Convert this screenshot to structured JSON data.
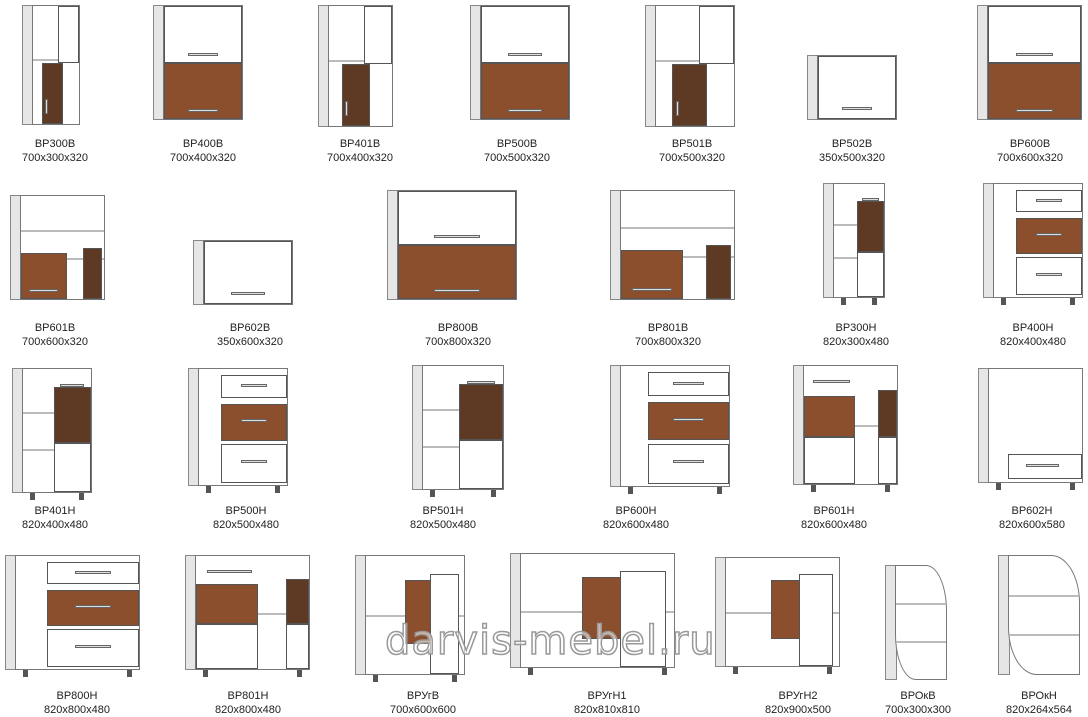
{
  "colors": {
    "brown": "#8b4f2e",
    "dark_brown": "#5e3a24",
    "outline": "#777777"
  },
  "watermark": "darvis-mebel.ru",
  "items": [
    {
      "code": "ВР300В",
      "size": "700x300x320"
    },
    {
      "code": "ВР400В",
      "size": "700x400x320"
    },
    {
      "code": "ВР401В",
      "size": "700x400x320"
    },
    {
      "code": "ВР500В",
      "size": "700x500x320"
    },
    {
      "code": "ВР501В",
      "size": "700x500x320"
    },
    {
      "code": "ВР502В",
      "size": "350x500x320"
    },
    {
      "code": "ВР600В",
      "size": "700x600x320"
    },
    {
      "code": "ВР601В",
      "size": "700x600x320"
    },
    {
      "code": "ВР602В",
      "size": "350x600x320"
    },
    {
      "code": "ВР800В",
      "size": "700x800x320"
    },
    {
      "code": "ВР801В",
      "size": "700x800x320"
    },
    {
      "code": "ВР300Н",
      "size": "820x300x480"
    },
    {
      "code": "ВР400Н",
      "size": "820x400x480"
    },
    {
      "code": "ВР401Н",
      "size": "820x400x480"
    },
    {
      "code": "ВР500Н",
      "size": "820x500x480"
    },
    {
      "code": "ВР501Н",
      "size": "820x500x480"
    },
    {
      "code": "ВР600Н",
      "size": "820x600x480"
    },
    {
      "code": "ВР601Н",
      "size": "820x600x480"
    },
    {
      "code": "ВР602Н",
      "size": "820x600x580"
    },
    {
      "code": "ВР800Н",
      "size": "820x800x480"
    },
    {
      "code": "ВР801Н",
      "size": "820x800x480"
    },
    {
      "code": "ВРУгВ",
      "size": "700x600x600"
    },
    {
      "code": "ВРУгН1",
      "size": "820x810x810"
    },
    {
      "code": "ВРУгН2",
      "size": "820x900x500"
    },
    {
      "code": "ВРОкВ",
      "size": "700x300x300"
    },
    {
      "code": "ВРОкН",
      "size": "820x264x564"
    }
  ]
}
